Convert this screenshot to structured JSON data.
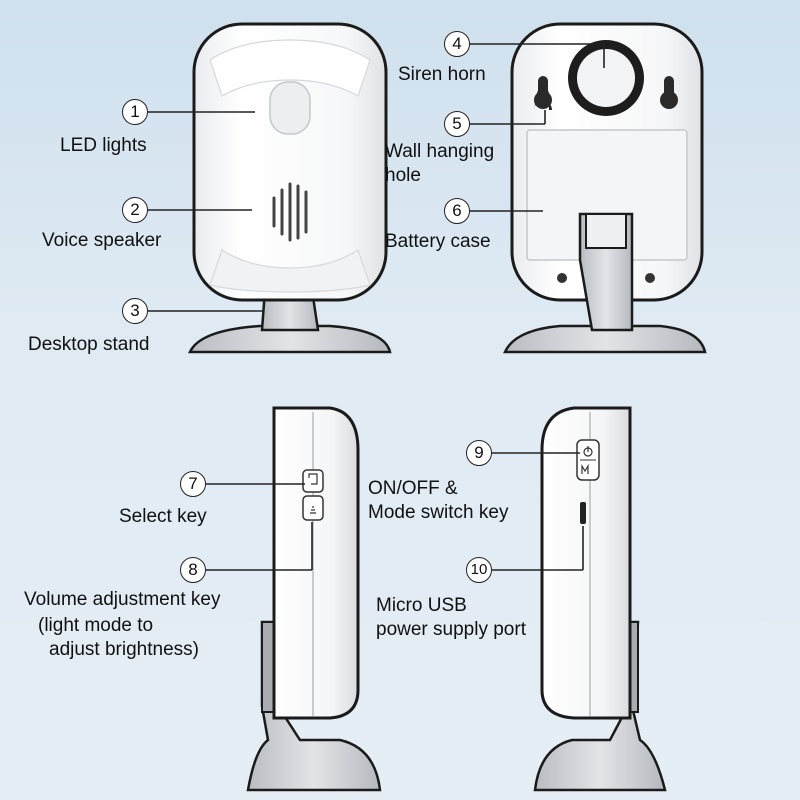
{
  "callouts": [
    {
      "number": "1",
      "label": "LED lights"
    },
    {
      "number": "2",
      "label": "Voice speaker"
    },
    {
      "number": "3",
      "label": "Desktop stand"
    },
    {
      "number": "4",
      "label": "Siren horn"
    },
    {
      "number": "5",
      "label_lines": [
        "Wall hanging",
        "hole"
      ]
    },
    {
      "number": "6",
      "label": "Battery case"
    },
    {
      "number": "7",
      "label": "Select key"
    },
    {
      "number": "8",
      "label_lines": [
        "Volume adjustment key",
        "(light mode to",
        "adjust brightness)"
      ]
    },
    {
      "number": "9",
      "label_lines": [
        "ON/OFF &",
        "Mode switch key"
      ]
    },
    {
      "number": "10",
      "label_lines": [
        "Micro USB",
        "power supply port"
      ]
    }
  ],
  "colors": {
    "background": "#d8e6f1",
    "device_body": "#f7f8f9",
    "device_outline": "#1b1b1b",
    "stand": "#c9ccd0"
  }
}
